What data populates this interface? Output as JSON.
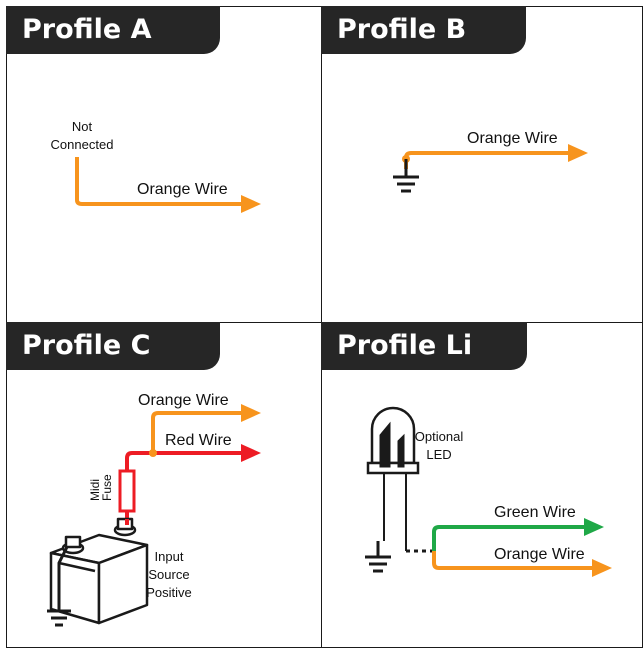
{
  "panels": [
    {
      "id": "a",
      "title": "Profile A",
      "labels": {
        "not_connected_1": "Not",
        "not_connected_2": "Connected",
        "orange_wire": "Orange Wire"
      }
    },
    {
      "id": "b",
      "title": "Profile B",
      "labels": {
        "orange_wire": "Orange Wire"
      }
    },
    {
      "id": "c",
      "title": "Profile C",
      "labels": {
        "orange_wire": "Orange Wire",
        "red_wire": "Red Wire",
        "fuse_1": "Midi",
        "fuse_2": "Fuse",
        "source_1": "Input",
        "source_2": "Source",
        "source_3": "Positive"
      }
    },
    {
      "id": "li",
      "title": "Profile Li",
      "labels": {
        "led_1": "Optional",
        "led_2": "LED",
        "green_wire": "Green Wire",
        "orange_wire": "Orange Wire"
      }
    }
  ],
  "colors": {
    "orange": "#f7941d",
    "red": "#ed1c24",
    "green": "#1fa847",
    "dark": "#262626"
  }
}
